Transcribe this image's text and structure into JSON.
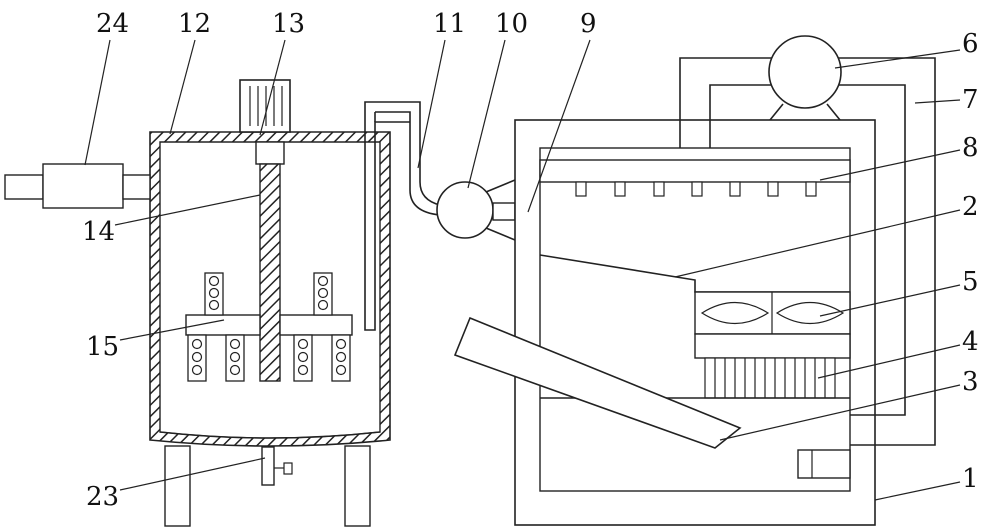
{
  "figure": {
    "type": "patent-mechanical-drawing",
    "labels": [
      {
        "id": "l1",
        "text": "1"
      },
      {
        "id": "l2",
        "text": "2"
      },
      {
        "id": "l3",
        "text": "3"
      },
      {
        "id": "l4",
        "text": "4"
      },
      {
        "id": "l5",
        "text": "5"
      },
      {
        "id": "l6",
        "text": "6"
      },
      {
        "id": "l7",
        "text": "7"
      },
      {
        "id": "l8",
        "text": "8"
      },
      {
        "id": "l9",
        "text": "9"
      },
      {
        "id": "l10",
        "text": "10"
      },
      {
        "id": "l11",
        "text": "11"
      },
      {
        "id": "l12",
        "text": "12"
      },
      {
        "id": "l13",
        "text": "13"
      },
      {
        "id": "l14",
        "text": "14"
      },
      {
        "id": "l15",
        "text": "15"
      },
      {
        "id": "l23",
        "text": "23"
      },
      {
        "id": "l24",
        "text": "24"
      }
    ]
  }
}
